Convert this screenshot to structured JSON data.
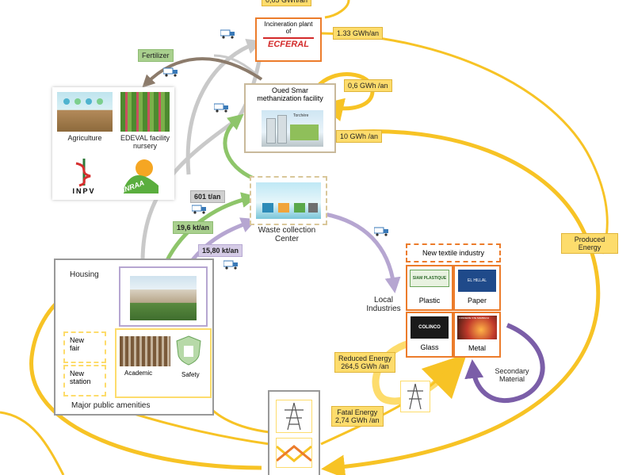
{
  "flows": {
    "top_clip": "0,65 GWh/an",
    "incineration_energy": "1.33  GWh/an",
    "methanization_energy_small": "0,6 GWh /an",
    "methanization_energy": "10 GWh /an",
    "grey_flow": "601 t/an",
    "green_flow": "19,6 kt/an",
    "purple_flow": "15,80 kt/an",
    "produced_energy": "Produced Energy",
    "reduced_energy": "Reduced Energy\n264,5 GWh /an",
    "fatal_energy": "Fatal Energy\n2,74 GWh /an",
    "fertilizer": "Fertilizer"
  },
  "incineration": {
    "title": "Incineration plant\nof",
    "logo_text": "ECFERAL"
  },
  "methanization": {
    "title": "Oued Smar\nmethanization facility",
    "plant_sign": "Torchère"
  },
  "waste_center": {
    "label": "Waste collection\nCenter"
  },
  "agriculture": {
    "agri_label": "Agriculture",
    "nursery_label": "EDEVAL facility\nnursery",
    "inpv_label": "INPV",
    "inraa_label": "INRAA"
  },
  "amenities": {
    "housing": "Housing",
    "new_fair": "New\nfair",
    "new_station": "New\nstation",
    "academic": "Academic",
    "safety": "Safety",
    "major": "Major public amenities"
  },
  "industries": {
    "local": "Local\nIndustries",
    "new_textile": "New textile industry",
    "plastic": "Plastic",
    "plastic_logo": "SIAM PLASTIQUE",
    "paper": "Paper",
    "paper_logo": "EL HILLAL",
    "glass": "Glass",
    "glass_logo": "COLINCO",
    "metal": "Metal",
    "metal_logo": "FONDERIE STE MARBACH",
    "secondary": "Secondary\nMaterial"
  },
  "colors": {
    "yellow": "#f7c325",
    "green": "#8ec56a",
    "grey": "#c9c9c9",
    "purple": "#b6a6d1",
    "dark_purple": "#7b5ea8",
    "orange": "#ec7c2b",
    "brown": "#8c7b6b",
    "tan": "#c9b99b"
  }
}
